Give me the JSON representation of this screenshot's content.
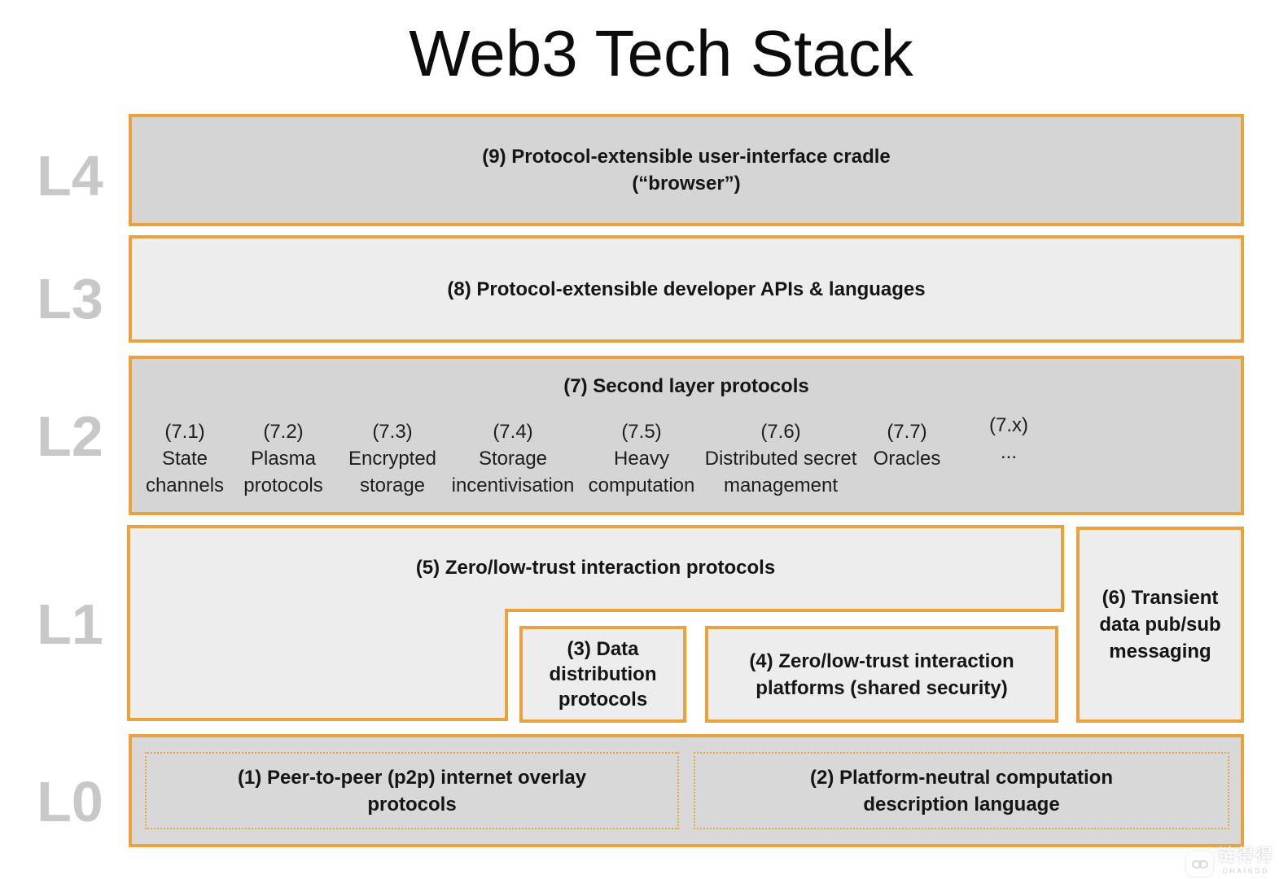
{
  "title": "Web3 Tech Stack",
  "layer_labels": [
    "L4",
    "L3",
    "L2",
    "L1",
    "L0"
  ],
  "boxes": {
    "b9": {
      "line1": "(9) Protocol-extensible user-interface cradle",
      "line2": "(“browser”)"
    },
    "b8": {
      "line1": "(8) Protocol-extensible developer APIs & languages"
    },
    "b7": {
      "header": "(7) Second layer protocols",
      "items": [
        {
          "num": "(7.1)",
          "line1": "State",
          "line2": "channels"
        },
        {
          "num": "(7.2)",
          "line1": "Plasma",
          "line2": "protocols"
        },
        {
          "num": "(7.3)",
          "line1": "Encrypted",
          "line2": "storage"
        },
        {
          "num": "(7.4)",
          "line1": "Storage",
          "line2": "incentivisation"
        },
        {
          "num": "(7.5)",
          "line1": "Heavy",
          "line2": "computation"
        },
        {
          "num": "(7.6)",
          "line1": "Distributed secret",
          "line2": "management"
        },
        {
          "num": "(7.7)",
          "line1": "Oracles",
          "line2": ""
        },
        {
          "num": "(7.x)",
          "line1": "...",
          "line2": ""
        }
      ]
    },
    "b5": {
      "line1": "(5) Zero/low-trust interaction protocols"
    },
    "b3": {
      "line1": "(3) Data",
      "line2": "distribution",
      "line3": "protocols"
    },
    "b4": {
      "line1": "(4) Zero/low-trust interaction",
      "line2": "platforms (shared security)"
    },
    "b6": {
      "line1": "(6) Transient",
      "line2": "data pub/sub",
      "line3": "messaging"
    },
    "b1": {
      "line1": "(1) Peer-to-peer (p2p) internet overlay",
      "line2": "protocols"
    },
    "b2": {
      "line1": "(2) Platform-neutral computation",
      "line2": "description language"
    }
  },
  "watermark": {
    "cjk": "链得得",
    "latin": "CHAINDD"
  },
  "colors": {
    "border_orange": "#E8A33E",
    "fill_dark_gray": "#D5D5D5",
    "fill_light_gray": "#EDEDED",
    "fill_l0_gray": "#D8D8D8",
    "layer_label_gray": "#C8C8C8",
    "text_black": "#151515"
  }
}
